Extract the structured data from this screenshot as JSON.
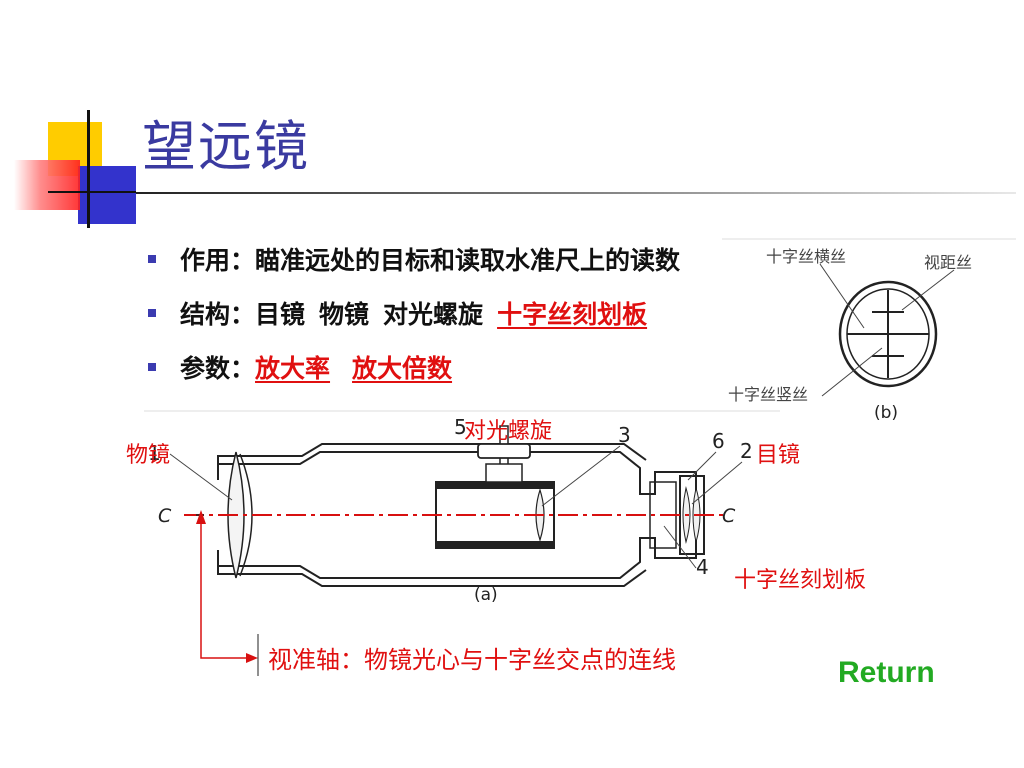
{
  "slide": {
    "title": "望远镜",
    "bullets": [
      {
        "text": "作用：瞄准远处的目标和读取水准尺上的读数"
      },
      {
        "prefix": "结构：",
        "items": [
          "目镜",
          "物镜",
          "对光螺旋"
        ],
        "highlight": "十字丝刻划板"
      },
      {
        "prefix": "参数：",
        "highlights": [
          "放大率",
          "放大倍数"
        ]
      }
    ]
  },
  "diagram_b": {
    "label_horizontal": "十字丝横丝",
    "label_stadia": "视距丝",
    "label_vertical": "十字丝竖丝",
    "caption": "(b)"
  },
  "diagram_a": {
    "caption": "(a)",
    "axis_left": "C",
    "axis_right": "C",
    "num_1": "1",
    "num_2": "2",
    "num_3": "3",
    "num_4": "4",
    "num_5": "5",
    "num_6": "6",
    "label_objective": "物镜",
    "label_eyepiece": "目镜",
    "label_focus_knob": "对光螺旋",
    "label_reticle": "十字丝刻划板",
    "label_sight_axis": "视准轴：物镜光心与十字丝交点的连线"
  },
  "nav": {
    "return_label": "Return"
  },
  "colors": {
    "title": "#3a3aa0",
    "highlight": "#e01010",
    "return": "#22aa22",
    "bullet": "#3b3bb0"
  }
}
